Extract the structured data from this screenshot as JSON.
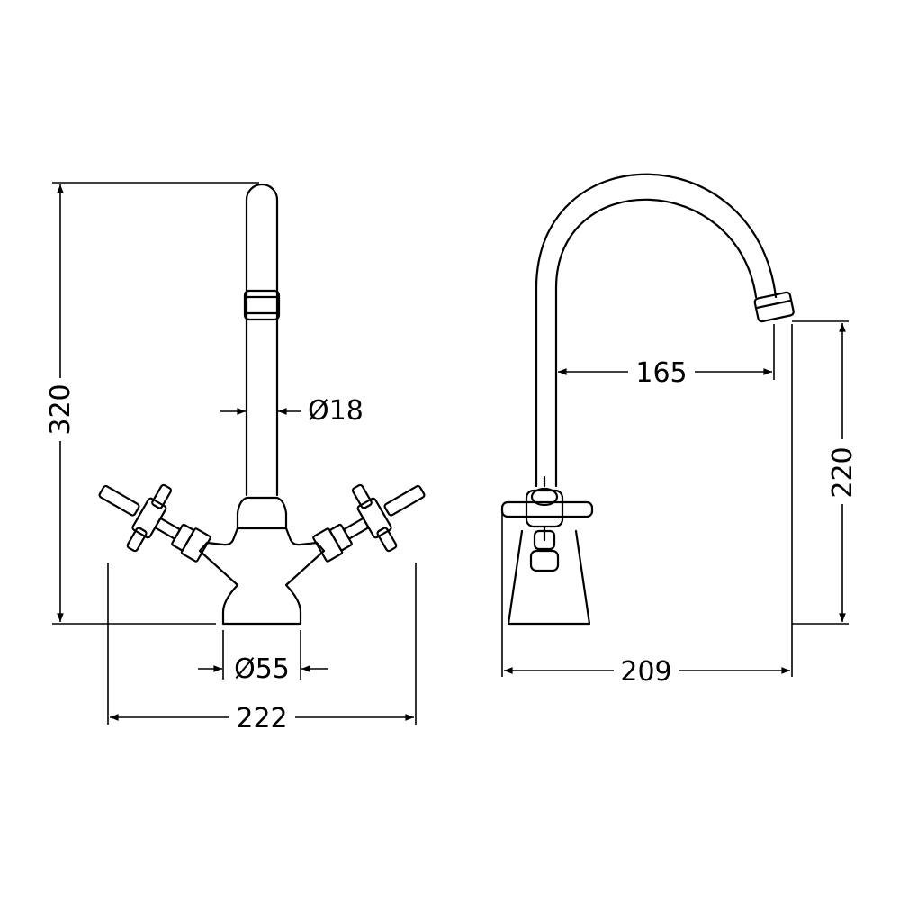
{
  "drawing": {
    "front_view": {
      "overall_height": "320",
      "spout_diameter": "Ø18",
      "base_diameter": "Ø55",
      "overall_width": "222"
    },
    "side_view": {
      "spout_reach": "165",
      "spout_outlet_height": "220",
      "overall_depth": "209"
    },
    "line_color": "#000000",
    "background_color": "#ffffff"
  }
}
